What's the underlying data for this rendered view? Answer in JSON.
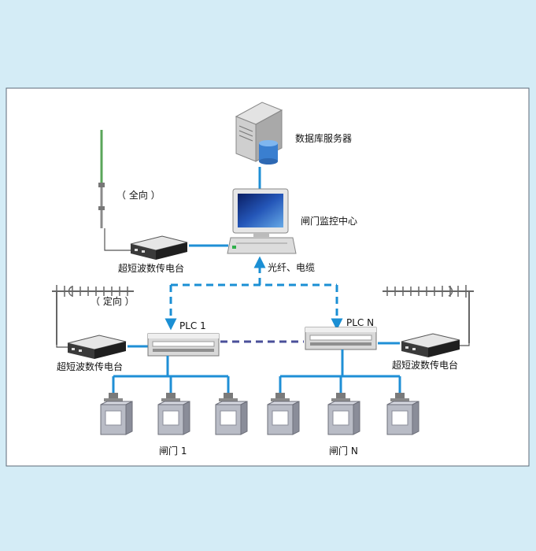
{
  "labels": {
    "db_server": "数据库服务器",
    "monitor_center": "闸门监控中心",
    "fiber_cable": "光纤、电缆",
    "omni": "（ 全向 ）",
    "directional": "（ 定向 ）",
    "radio_top": "超短波数传电台",
    "radio_left": "超短波数传电台",
    "radio_right": "超短波数传电台",
    "plc1": "PLC 1",
    "plcn": "PLC N",
    "gate1": "闸门 1",
    "gaten": "闸门 N"
  },
  "colors": {
    "background": "#d4ecf6",
    "panel": "#ffffff",
    "link_blue": "#1f8fd6",
    "dashed_blue": "#1b8fd4",
    "dashed_purple": "#4a4f9a",
    "antenna_green": "#5aa55a"
  }
}
